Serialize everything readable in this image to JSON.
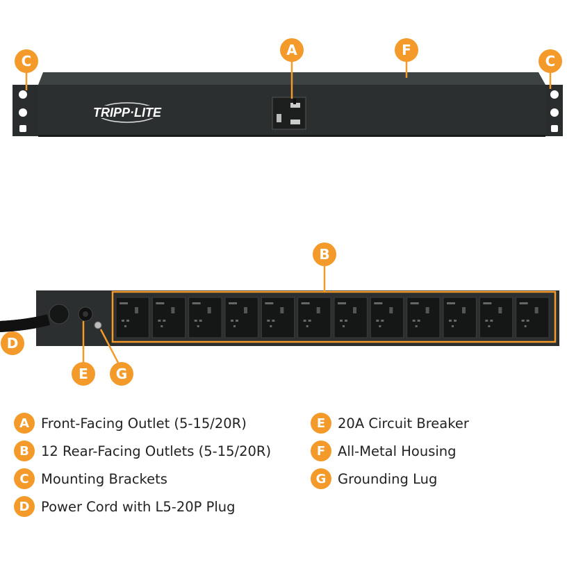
{
  "colors": {
    "accent": "#f39a2a",
    "housing": "#2b2f2f",
    "background": "#ffffff"
  },
  "front_view": {
    "logo": "TRIPP·LITE",
    "callouts": [
      "C",
      "A",
      "F",
      "C"
    ]
  },
  "rear_view": {
    "outlet_count": 12,
    "callouts": [
      "B",
      "D",
      "E",
      "G"
    ]
  },
  "legend": [
    {
      "letter": "A",
      "text": "Front-Facing Outlet (5-15/20R)"
    },
    {
      "letter": "B",
      "text": "12 Rear-Facing Outlets (5-15/20R)"
    },
    {
      "letter": "C",
      "text": "Mounting Brackets"
    },
    {
      "letter": "D",
      "text": "Power Cord with L5-20P Plug"
    },
    {
      "letter": "E",
      "text": "20A Circuit Breaker"
    },
    {
      "letter": "F",
      "text": "All-Metal Housing"
    },
    {
      "letter": "G",
      "text": "Grounding Lug"
    }
  ]
}
